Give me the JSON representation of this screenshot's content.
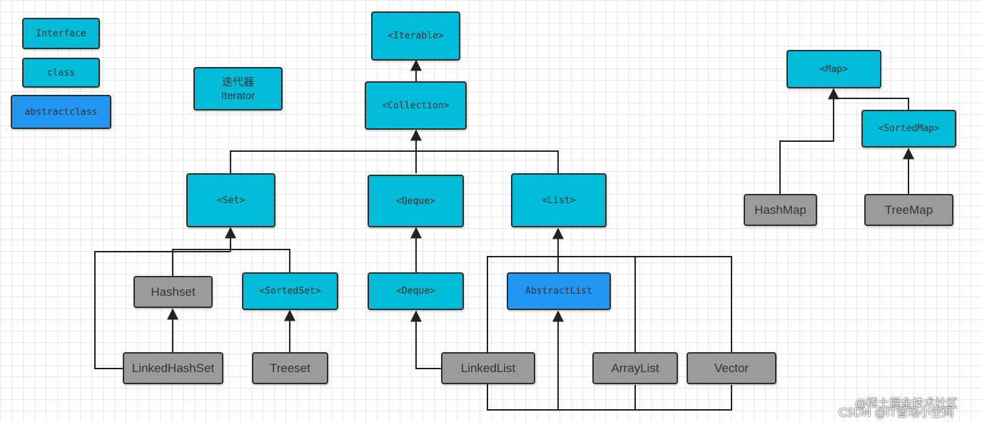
{
  "legend": {
    "interface": "Interface",
    "class": "class",
    "abstract_class": "abstractclass"
  },
  "iterator": {
    "label": "迭代器\nIterator"
  },
  "nodes": {
    "iterable": "<Iterable>",
    "collection": "<Collection>",
    "set": "<Set>",
    "queue": "<Qeque>",
    "list": "<List>",
    "hashset": "Hashset",
    "sortedset": "<SortedSet>",
    "deque": "<Deque>",
    "abstractlist": "AbstractList",
    "linkedhashset": "LinkedHashSet",
    "treeset": "Treeset",
    "linkedlist": "LinkedList",
    "arraylist": "ArrayList",
    "vector": "Vector",
    "map": "<Map>",
    "sortedmap": "<SortedMap>",
    "hashmap": "HashMap",
    "treemap": "TreeMap"
  },
  "watermark": {
    "line1": "@稀土掘金技术社区",
    "line2": "CSDN @IT普场小空间"
  },
  "colors": {
    "interface": "#00bcd8",
    "abstract_class": "#2196f3",
    "class": "#9b9b9b",
    "line": "#222222"
  }
}
